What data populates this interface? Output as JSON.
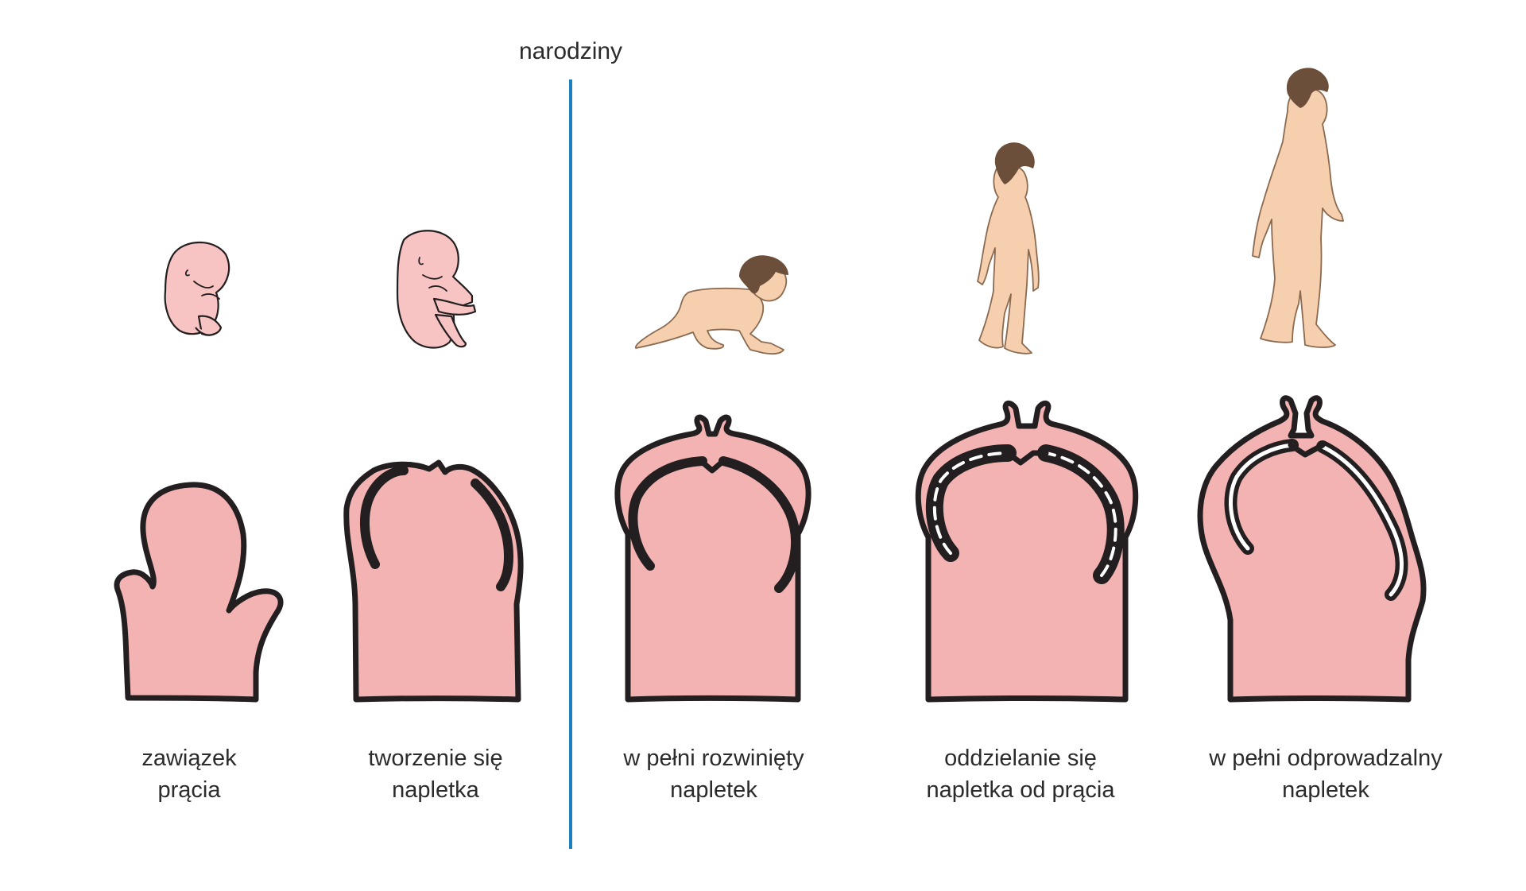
{
  "birth_marker": {
    "label": "narodziny",
    "color": "#1b7fc1"
  },
  "colors": {
    "skin_pink": "#f4b3b3",
    "skin_child": "#f6cfaf",
    "hair": "#6b4f3a",
    "outline": "#231f20"
  },
  "stages": [
    {
      "id": "stage-1",
      "figure": "embryo-small-icon",
      "line1": "zawiązek",
      "line2": "prącia"
    },
    {
      "id": "stage-2",
      "figure": "fetus-icon",
      "line1": "tworzenie się",
      "line2": "napletka"
    },
    {
      "id": "stage-3",
      "figure": "crawling-baby-icon",
      "line1": "w pełni rozwinięty",
      "line2": "napletek"
    },
    {
      "id": "stage-4",
      "figure": "toddler-icon",
      "line1": "oddzielanie się",
      "line2": "napletka od prącia"
    },
    {
      "id": "stage-5",
      "figure": "boy-icon",
      "line1": "w pełni odprowadzalny",
      "line2": "napletek"
    }
  ]
}
